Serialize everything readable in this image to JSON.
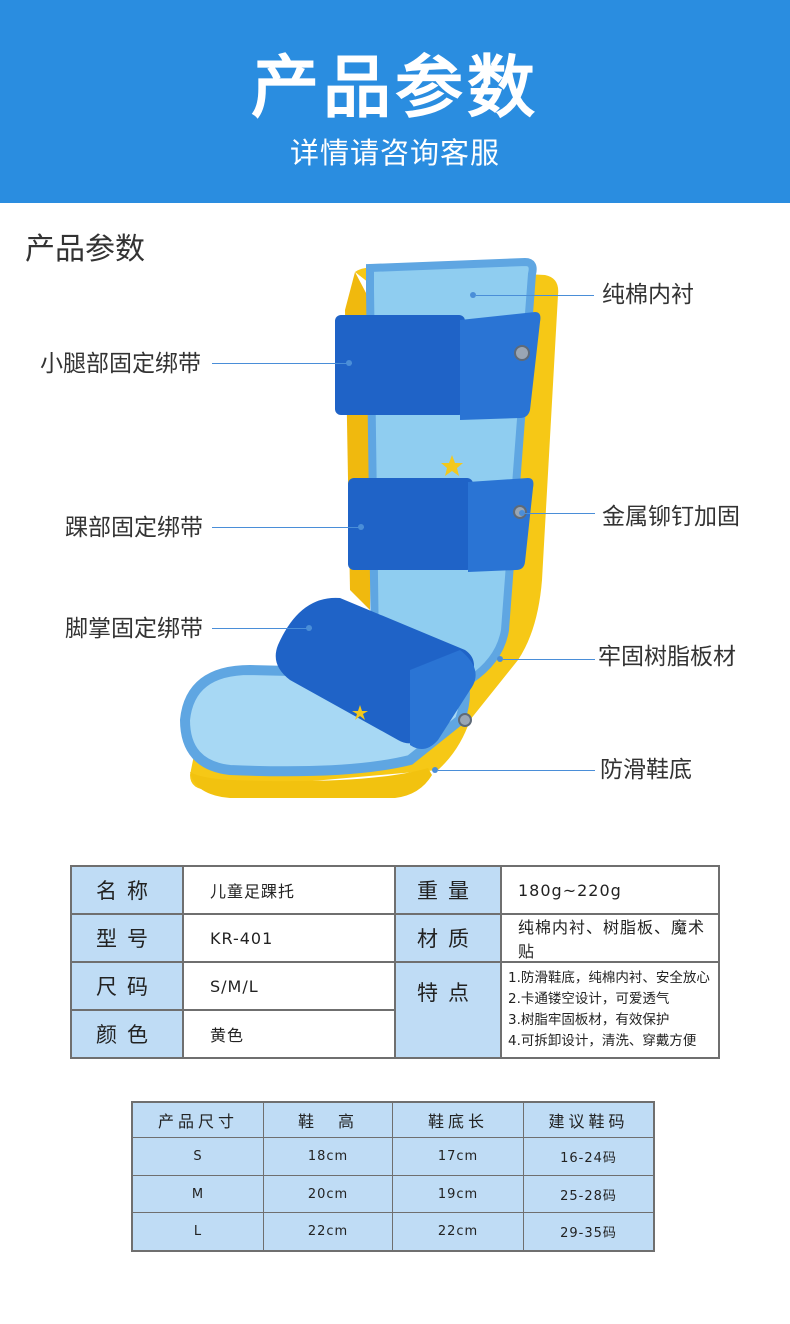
{
  "banner": {
    "title": "产品参数",
    "subtitle": "详情请咨询客服",
    "color": "#2a8de0"
  },
  "section_title": "产品参数",
  "callouts": {
    "cotton_lining": "纯棉内衬",
    "calf_strap": "小腿部固定绑带",
    "ankle_strap": "踝部固定绑带",
    "metal_rivet": "金属铆钉加固",
    "sole_strap": "脚掌固定绑带",
    "resin_board": "牢固树脂板材",
    "antislip_sole": "防滑鞋底"
  },
  "spec": {
    "name_label": "名称",
    "name_value": "儿童足踝托",
    "weight_label": "重量",
    "weight_value": "180g~220g",
    "model_label": "型号",
    "model_value": "KR-401",
    "material_label": "材质",
    "material_value": "纯棉内衬、树脂板、魔术贴",
    "size_label": "尺码",
    "size_value": "S/M/L",
    "features_label": "特点",
    "features": [
      "1.防滑鞋底，纯棉内衬、安全放心",
      "2.卡通镂空设计，可爱透气",
      "3.树脂牢固板材，有效保护",
      "4.可拆卸设计，清洗、穿戴方便"
    ],
    "color_label": "颜色",
    "color_value": "黄色"
  },
  "size_table": {
    "headers": [
      "产品尺寸",
      "鞋　高",
      "鞋底长",
      "建议鞋码"
    ],
    "rows": [
      [
        "S",
        "18cm",
        "17cm",
        "16-24码"
      ],
      [
        "M",
        "20cm",
        "19cm",
        "25-28码"
      ],
      [
        "L",
        "22cm",
        "22cm",
        "29-35码"
      ]
    ]
  },
  "colors": {
    "table_header_bg": "#bfdcf5",
    "brace_yellow": "#f6c816",
    "strap_blue": "#1f63c7",
    "lining_blue": "#8fcdf0"
  }
}
